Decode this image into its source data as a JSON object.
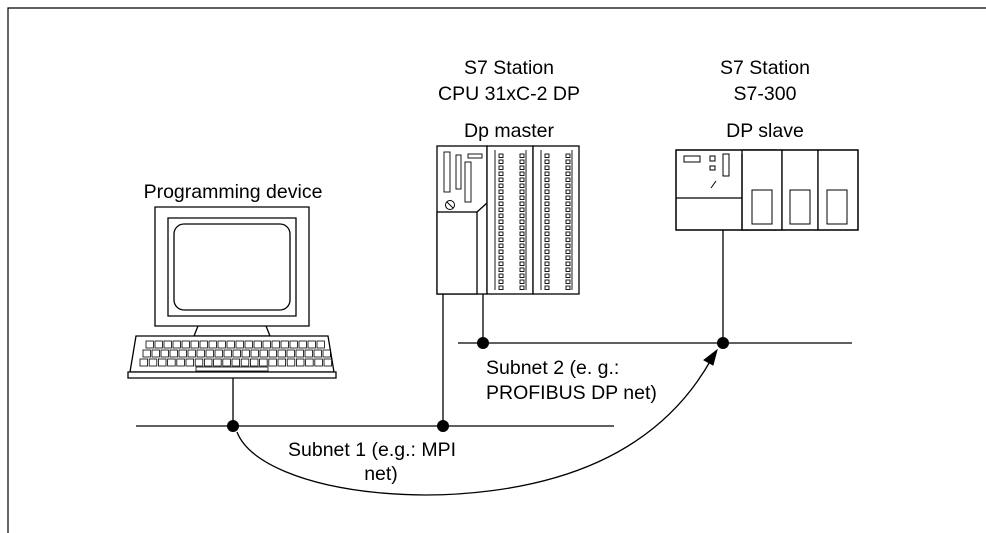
{
  "diagram": {
    "programming_device": {
      "label": "Programming device"
    },
    "dp_master_station": {
      "title_line1": "S7 Station",
      "title_line2": "CPU 31xC-2 DP",
      "role": "Dp master"
    },
    "dp_slave_station": {
      "title_line1": "S7 Station",
      "title_line2": "S7-300",
      "role": "DP slave"
    },
    "subnet1": {
      "line1": "Subnet 1 (e.g.: MPI",
      "line2": "net)"
    },
    "subnet2": {
      "line1": "Subnet 2 (e. g.:",
      "line2": "PROFIBUS DP net)"
    }
  }
}
